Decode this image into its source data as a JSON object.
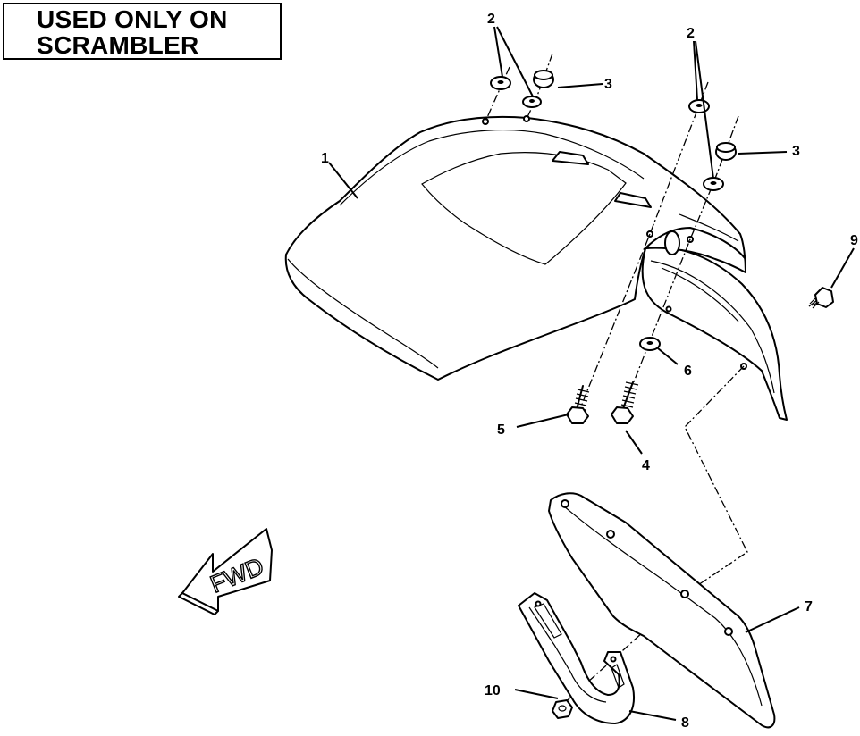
{
  "note": {
    "line1": "USED ONLY ON",
    "line2": "SCRAMBLER"
  },
  "direction_arrow": {
    "label": "FWD"
  },
  "callouts": [
    {
      "id": "c2a",
      "text": "2"
    },
    {
      "id": "c2b",
      "text": "2"
    },
    {
      "id": "c3a",
      "text": "3"
    },
    {
      "id": "c3b",
      "text": "3"
    },
    {
      "id": "c1",
      "text": "1"
    },
    {
      "id": "c9",
      "text": "9"
    },
    {
      "id": "c6",
      "text": "6"
    },
    {
      "id": "c5",
      "text": "5"
    },
    {
      "id": "c4",
      "text": "4"
    },
    {
      "id": "c7",
      "text": "7"
    },
    {
      "id": "c10",
      "text": "10"
    },
    {
      "id": "c8",
      "text": "8"
    }
  ]
}
